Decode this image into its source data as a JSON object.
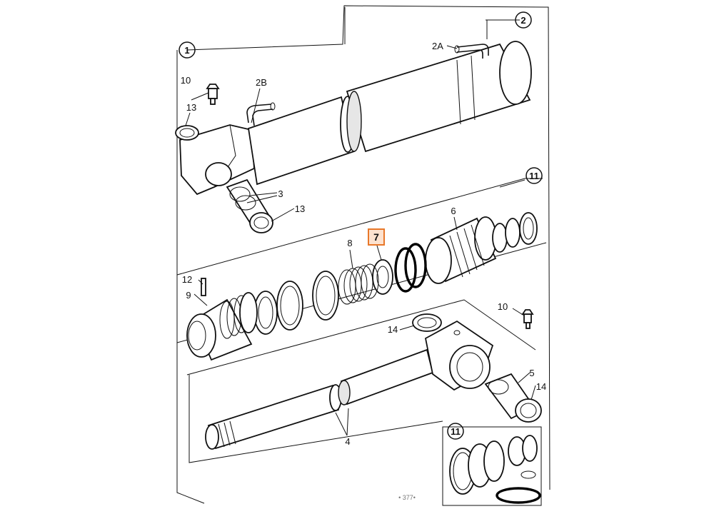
{
  "diagram": {
    "labels": {
      "l1": "1",
      "l2": "2",
      "l2A": "2A",
      "l2B": "2B",
      "l3": "3",
      "l4": "4",
      "l5": "5",
      "l6": "6",
      "l7": "7",
      "l8": "8",
      "l9": "9",
      "l10a": "10",
      "l10b": "10",
      "l11a": "11",
      "l11b": "11",
      "l12": "12",
      "l13a": "13",
      "l13b": "13",
      "l14a": "14",
      "l14b": "14"
    },
    "highlight": {
      "part": "7",
      "color": "#e8782a",
      "fill": "#fde2cf"
    },
    "footer_text": "• 377•"
  }
}
